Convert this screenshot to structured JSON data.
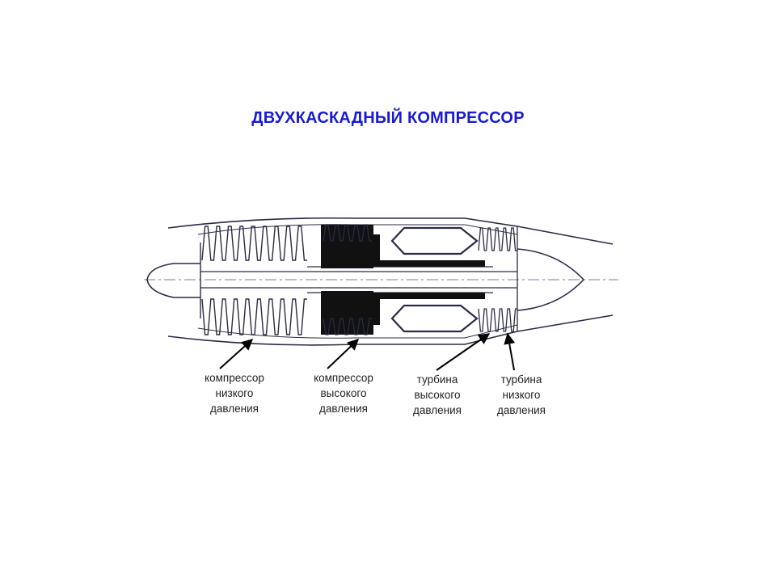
{
  "title": "ДВУХКАСКАДНЫЙ КОМПРЕССОР",
  "colors": {
    "title": "#1a1ad0",
    "line": "#2a2a44",
    "axis": "#7a7aa6",
    "fill": "#111111"
  },
  "labels": {
    "lpc": {
      "line1": "компрессор",
      "line2": "низкого",
      "line3": "давления"
    },
    "hpc": {
      "line1": "компрессор",
      "line2": "высокого",
      "line3": "давления"
    },
    "hpt": {
      "line1": "турбина",
      "line2": "высокого",
      "line3": "давления"
    },
    "lpt": {
      "line1": "турбина",
      "line2": "низкого",
      "line3": "давления"
    }
  }
}
